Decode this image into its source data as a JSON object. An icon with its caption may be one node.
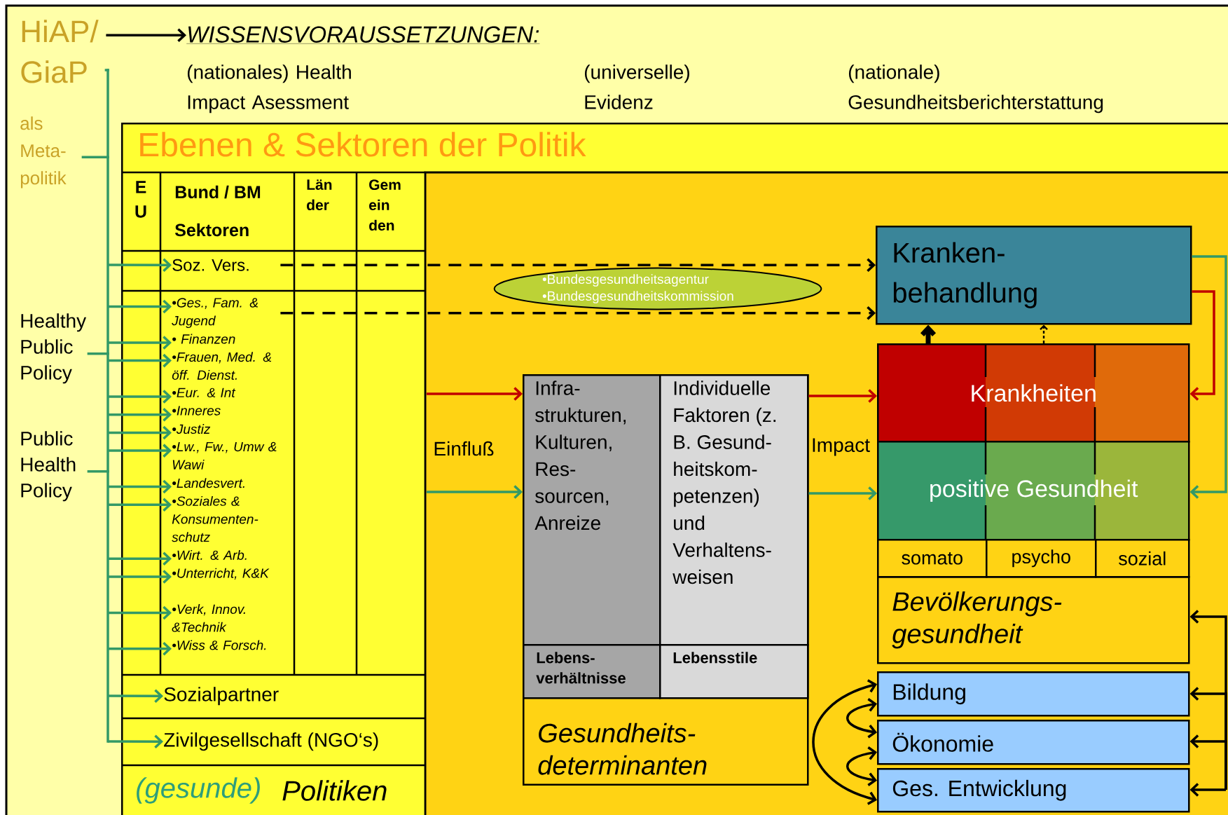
{
  "diagram": {
    "nodes": [
      {
        "text": [
          "HiAP/ GiaP"
        ]
      },
      {
        "text": [
          "WISSENSVORAUSSETZUNGEN:"
        ]
      },
      {
        "text": [
          "als Meta- politik"
        ]
      },
      {
        "text": [
          "Healthy Public Policy"
        ]
      },
      {
        "text": [
          "Public Health Policy"
        ]
      },
      {
        "text": [
          "Ebenen & Sektoren der Politik"
        ]
      },
      {
        "text": [
          "Soz. Vers."
        ],
        "in": 5
      },
      {
        "text": [
          "•Ges., Fam. & Jugend"
        ],
        "in": 5
      },
      {
        "text": [
          "• Finanzen"
        ],
        "in": 5
      },
      {
        "text": [
          "•Frauen, Med. & öff. Dienst."
        ],
        "in": 5
      },
      {
        "text": [
          "•Eur. & Int"
        ],
        "in": 5
      },
      {
        "text": [
          "•Inneres"
        ],
        "in": 5
      },
      {
        "text": [
          "•Justiz"
        ],
        "in": 5
      },
      {
        "text": [
          "•Lw., Fw., Umw & Wawi"
        ],
        "in": 5
      },
      {
        "text": [
          "•Landesvert."
        ],
        "in": 5
      },
      {
        "text": [
          "•Soziales & Konsumenten- schutz"
        ],
        "in": 5
      },
      {
        "text": [
          "•Wirt. & Arb."
        ],
        "in": 5
      },
      {
        "text": [
          "•Unterricht, K&K"
        ],
        "in": 5
      },
      {
        "text": [
          "•Verk, Innov. &Technik"
        ],
        "in": 5
      },
      {
        "text": [
          "•Wiss & Forsch."
        ],
        "in": 5
      },
      {
        "text": [
          "Sozialpartner"
        ],
        "in": 5
      },
      {
        "text": [
          "Zivilgesellschaft (NGO‘s)"
        ],
        "in": 5
      },
      {
        "text": [
          "•Bundesgesundheitsagentur",
          "•Bundesgesundheitskommission"
        ],
        "in": 5
      },
      {
        "text": [
          "Gesundheits- determinanten"
        ],
        "in": 5
      },
      {
        "text": [
          "Infra- strukturen, Kulturen, Res- sourcen, Anreize"
        ],
        "in": 23
      },
      {
        "text": [
          "Individuelle Faktoren (z. B. Gesund- heitskom- petenzen) und Verhaltens- weisen"
        ],
        "in": 23
      },
      {
        "text": [
          "Lebens- verhältnisse"
        ],
        "in": 23
      },
      {
        "text": [
          "Lebensstile"
        ],
        "in": 23
      },
      {
        "text": [
          "Kranken- behandlung"
        ],
        "in": 5
      },
      {
        "text": [
          "Krankheiten"
        ],
        "in": 5
      },
      {
        "text": [
          "positive Gesundheit"
        ],
        "in": 5
      },
      {
        "text": [
          "Bevölkerungs- gesundheit"
        ],
        "in": 5
      },
      {
        "text": [
          "Bildung"
        ],
        "in": 5
      },
      {
        "text": [
          "Ökonomie"
        ],
        "in": 5
      },
      {
        "text": [
          "Ges. Entwicklung"
        ],
        "in": 5
      }
    ],
    "edges": [
      {
        "from": 0,
        "to": 1,
        "arrow": "to",
        "color": "#000000"
      },
      {
        "from": 0,
        "to": 6,
        "arrow": "to"
      },
      {
        "from": 0,
        "to": 7,
        "arrow": "to"
      },
      {
        "from": 0,
        "to": 8,
        "arrow": "to"
      },
      {
        "from": 0,
        "to": 9,
        "arrow": "to"
      },
      {
        "from": 0,
        "to": 10,
        "arrow": "to"
      },
      {
        "from": 0,
        "to": 11,
        "arrow": "to"
      },
      {
        "from": 0,
        "to": 12,
        "arrow": "to"
      },
      {
        "from": 0,
        "to": 13,
        "arrow": "to"
      },
      {
        "from": 0,
        "to": 14,
        "arrow": "to"
      },
      {
        "from": 0,
        "to": 15,
        "arrow": "to"
      },
      {
        "from": 0,
        "to": 16,
        "arrow": "to"
      },
      {
        "from": 0,
        "to": 17,
        "arrow": "to"
      },
      {
        "from": 0,
        "to": 18,
        "arrow": "to"
      },
      {
        "from": 0,
        "to": 19,
        "arrow": "to"
      },
      {
        "from": 0,
        "to": 20,
        "arrow": "to"
      },
      {
        "from": 0,
        "to": 21,
        "arrow": "to"
      },
      {
        "from": 2,
        "to": 6,
        "arrow": "to"
      },
      {
        "from": 2,
        "to": 7,
        "arrow": "to"
      },
      {
        "from": 2,
        "to": 8,
        "arrow": "to"
      },
      {
        "from": 2,
        "to": 9,
        "arrow": "to"
      },
      {
        "from": 2,
        "to": 10,
        "arrow": "to"
      },
      {
        "from": 2,
        "to": 11,
        "arrow": "to"
      },
      {
        "from": 2,
        "to": 12,
        "arrow": "to"
      },
      {
        "from": 2,
        "to": 13,
        "arrow": "to"
      },
      {
        "from": 2,
        "to": 14,
        "arrow": "to"
      },
      {
        "from": 2,
        "to": 15,
        "arrow": "to"
      },
      {
        "from": 2,
        "to": 16,
        "arrow": "to"
      },
      {
        "from": 2,
        "to": 17,
        "arrow": "to"
      },
      {
        "from": 2,
        "to": 18,
        "arrow": "to"
      },
      {
        "from": 2,
        "to": 19,
        "arrow": "to"
      },
      {
        "from": 2,
        "to": 20,
        "arrow": "to"
      },
      {
        "from": 2,
        "to": 21,
        "arrow": "to"
      },
      {
        "from": 3,
        "to": 6,
        "arrow": "to"
      },
      {
        "from": 3,
        "to": 7,
        "arrow": "to"
      },
      {
        "from": 3,
        "to": 8,
        "arrow": "to"
      },
      {
        "from": 3,
        "to": 9,
        "arrow": "to"
      },
      {
        "from": 3,
        "to": 10,
        "arrow": "to"
      },
      {
        "from": 3,
        "to": 11,
        "arrow": "to"
      },
      {
        "from": 3,
        "to": 12,
        "arrow": "to"
      },
      {
        "from": 3,
        "to": 13,
        "arrow": "to"
      },
      {
        "from": 3,
        "to": 14,
        "arrow": "to"
      },
      {
        "from": 3,
        "to": 15,
        "arrow": "to"
      },
      {
        "from": 3,
        "to": 16,
        "arrow": "to"
      },
      {
        "from": 3,
        "to": 17,
        "arrow": "to"
      },
      {
        "from": 3,
        "to": 18,
        "arrow": "to"
      },
      {
        "from": 3,
        "to": 19,
        "arrow": "to"
      },
      {
        "from": 3,
        "to": 20,
        "arrow": "to"
      },
      {
        "from": 3,
        "to": 21,
        "arrow": "to"
      },
      {
        "from": 4,
        "to": 6,
        "arrow": "to"
      },
      {
        "from": 4,
        "to": 7,
        "arrow": "to"
      },
      {
        "from": 4,
        "to": 8,
        "arrow": "to"
      },
      {
        "from": 4,
        "to": 9,
        "arrow": "to"
      },
      {
        "from": 4,
        "to": 10,
        "arrow": "to"
      },
      {
        "from": 4,
        "to": 11,
        "arrow": "to"
      },
      {
        "from": 4,
        "to": 12,
        "arrow": "to"
      },
      {
        "from": 4,
        "to": 13,
        "arrow": "to"
      },
      {
        "from": 4,
        "to": 14,
        "arrow": "to"
      },
      {
        "from": 4,
        "to": 15,
        "arrow": "to"
      },
      {
        "from": 4,
        "to": 16,
        "arrow": "to"
      },
      {
        "from": 4,
        "to": 17,
        "arrow": "to"
      },
      {
        "from": 4,
        "to": 18,
        "arrow": "to"
      },
      {
        "from": 4,
        "to": 19,
        "arrow": "to"
      },
      {
        "from": 4,
        "to": 20,
        "arrow": "to"
      },
      {
        "from": 4,
        "to": 21,
        "arrow": "to"
      },
      {
        "from": 6,
        "to": 28,
        "arrow": "to",
        "style": "dashed",
        "color": "#000000"
      },
      {
        "from": 7,
        "to": 28,
        "arrow": "to",
        "style": "dashed",
        "color": "#000000"
      },
      {
        "from": null,
        "to": 24,
        "arrow": "to",
        "color": "#c00000"
      },
      {
        "from": null,
        "to": 24,
        "arrow": "to"
      },
      {
        "from": 25,
        "to": 29,
        "arrow": "to",
        "color": "#c00000"
      },
      {
        "from": 25,
        "to": 30,
        "arrow": "to"
      },
      {
        "from": 29,
        "to": 28,
        "arrow": "to",
        "style": "thick",
        "color": "#000000"
      },
      {
        "from": 29,
        "to": 28,
        "arrow": "to",
        "style": "dashed",
        "color": "#000000"
      },
      {
        "from": 28,
        "to": 29,
        "arrow": "to",
        "color": "#c00000"
      },
      {
        "from": 28,
        "to": 30,
        "arrow": "to"
      },
      {
        "from": null,
        "to": 31,
        "arrow": "to",
        "color": "#000000"
      },
      {
        "from": null,
        "to": 32,
        "arrow": "to",
        "color": "#000000"
      },
      {
        "from": null,
        "to": 33,
        "arrow": "to",
        "color": "#000000"
      },
      {
        "from": null,
        "to": 34,
        "arrow": "to",
        "color": "#000000"
      },
      {
        "from": 32,
        "to": 33,
        "arrow": "both",
        "color": "#000000"
      },
      {
        "from": 33,
        "to": 34,
        "arrow": "both",
        "color": "#000000"
      },
      {
        "from": 32,
        "to": 34,
        "arrow": "both",
        "color": "#000000"
      }
    ],
    "labels": [
      "(nationales) Health Impact Asessment",
      "(universelle) Evidenz",
      "(nationale) Gesundheitsberichterstattung",
      "E U",
      "Bund / BM",
      "Sektoren",
      "Län der",
      "Gem ein den",
      "Einfluß",
      "Impact",
      "somato",
      "psycho",
      "sozial",
      "(gesunde)",
      "Politiken"
    ]
  }
}
